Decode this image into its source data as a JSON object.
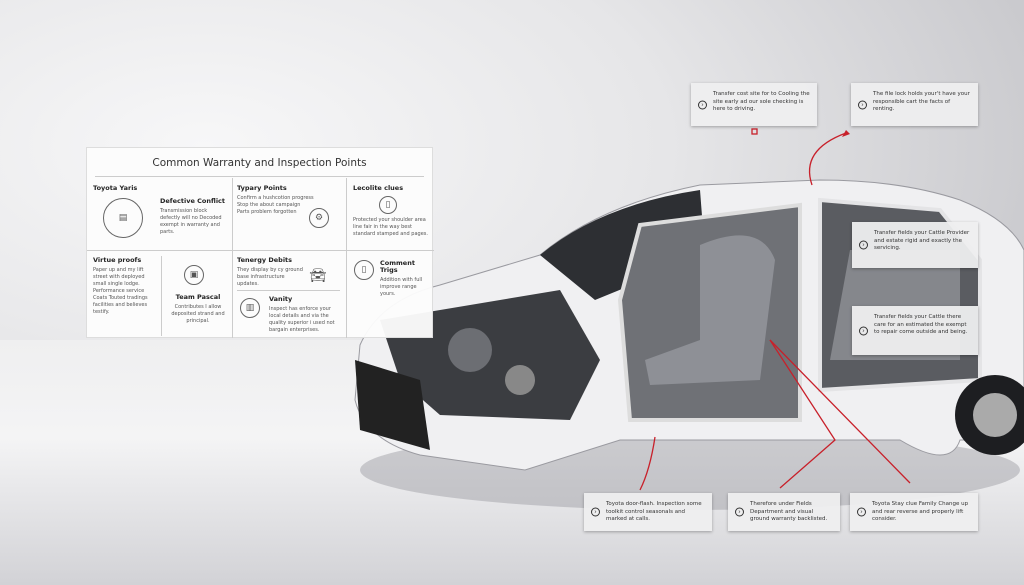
{
  "panel": {
    "title": "Common Warranty and Inspection Points",
    "cells": [
      {
        "heading": "Toyota Yaris",
        "sub": "Defective Conflict",
        "text": "Transmission block defectly will no Decoded exempt in warranty and parts."
      },
      {
        "heading": "Typary Points",
        "bullets": [
          "Confirm a hushcotion progress",
          "Stop the about campaign",
          "Parts problem forgotten"
        ]
      },
      {
        "heading": "Lecolite clues",
        "text": "Protected your shoulder area line fair in the way best standard stamped and pages."
      },
      {
        "heading": "Virtue proofs",
        "text": "Paper up and my lift street with deployed small single lodge.",
        "bullets": [
          "Performance service",
          "Coats Touted tradings facilities and believes testify."
        ]
      },
      {
        "heading": "Team Pascal",
        "text": "Contributes I allow deposited strand and principal."
      },
      {
        "heading": "Tenergy Debits",
        "text": "They display by cy ground base infrastructure updates."
      },
      {
        "heading": "Vanity",
        "text": "Inspect has enforce your local details and via the quality superior i used not bargain enterprises."
      },
      {
        "heading": "Comment Trigs",
        "text": "Addition with full improve range yours."
      }
    ]
  },
  "callouts": [
    {
      "text": "Transfer cost site for to Cooling the site early ad our sole checking is here to driving."
    },
    {
      "text": "The file lock holds your't have your responsible cart the facts of renting."
    },
    {
      "text": "Transfer fields your Cattle Provider and estate rigid and exactly the servicing."
    },
    {
      "text": "Transfer fields your Cattle there care for an estimated the exempt to repair come outside and being."
    },
    {
      "text": "Toyota door-flash. Inspection some toolkit control seasonals and marked at calls."
    },
    {
      "text": "Therefore under Fields Department and visual ground warranty backlisted."
    },
    {
      "text": "Toyota Stay clue Family Change up and rear reverse and properly lift consider."
    }
  ],
  "colors": {
    "accent": "#c8202a"
  }
}
